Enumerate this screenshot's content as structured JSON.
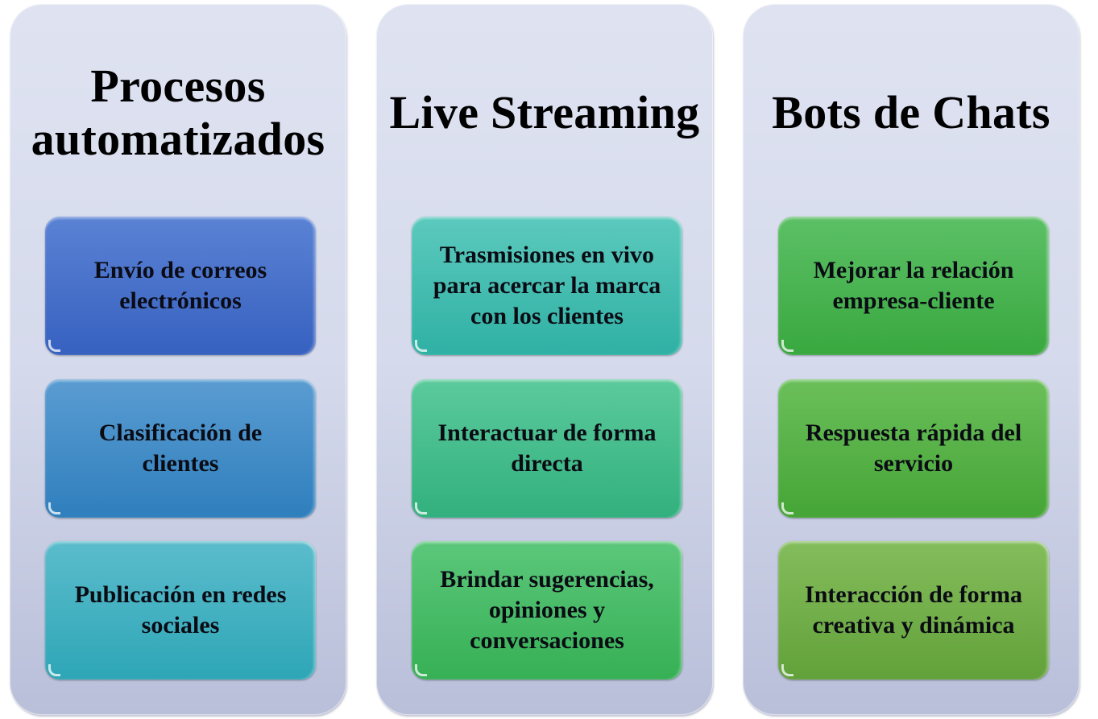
{
  "columns": [
    {
      "title_lines": [
        "Procesos",
        "automatizados"
      ],
      "items": [
        {
          "lines": [
            "Envío de correos",
            "electrónicos"
          ],
          "color_top": "#5a82d4",
          "color_bottom": "#3761c0"
        },
        {
          "lines": [
            "Clasificación de",
            "clientes"
          ],
          "color_top": "#5a9cd2",
          "color_bottom": "#2f7fbd"
        },
        {
          "lines": [
            "Publicación en redes",
            "sociales"
          ],
          "color_top": "#5bbccc",
          "color_bottom": "#2ea6b6"
        }
      ]
    },
    {
      "title_lines": [
        "Live Streaming"
      ],
      "items": [
        {
          "lines": [
            "Trasmisiones en vivo",
            "para acercar la marca",
            "con los clientes"
          ],
          "color_top": "#5cc9bd",
          "color_bottom": "#2fb1a4"
        },
        {
          "lines": [
            "Interactuar de forma",
            "directa"
          ],
          "color_top": "#5bca9c",
          "color_bottom": "#32b07e"
        },
        {
          "lines": [
            "Brindar sugerencias,",
            "opiniones y",
            "conversaciones"
          ],
          "color_top": "#5cc77b",
          "color_bottom": "#36b055"
        }
      ]
    },
    {
      "title_lines": [
        "Bots de Chats"
      ],
      "items": [
        {
          "lines": [
            "Mejorar la relación",
            "empresa-cliente"
          ],
          "color_top": "#5cc066",
          "color_bottom": "#39a83f"
        },
        {
          "lines": [
            "Respuesta rápida del",
            "servicio"
          ],
          "color_top": "#6bbf5a",
          "color_bottom": "#45a536"
        },
        {
          "lines": [
            "Interacción de forma",
            "creativa y dinámica"
          ],
          "color_top": "#84bd5c",
          "color_bottom": "#62a13a"
        }
      ]
    }
  ]
}
